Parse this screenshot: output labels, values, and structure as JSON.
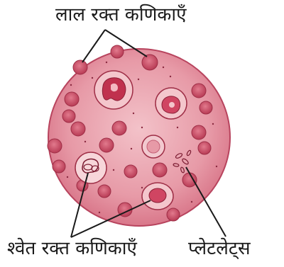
{
  "labels": {
    "red_blood_cells": "लाल रक्त कणिकाएँ",
    "white_blood_cells": "श्वेत रक्त कणिकाएँ",
    "platelets": "प्लेटलेट्स"
  },
  "colors": {
    "plasma": "#e89aa6",
    "plasma_edge": "#b8445e",
    "rbc_fill": "#d4566e",
    "rbc_edge": "#9e2e46",
    "wbc_fill": "#f4c6cc",
    "nucleus": "#c0314e",
    "ink": "#1a1a1a"
  }
}
